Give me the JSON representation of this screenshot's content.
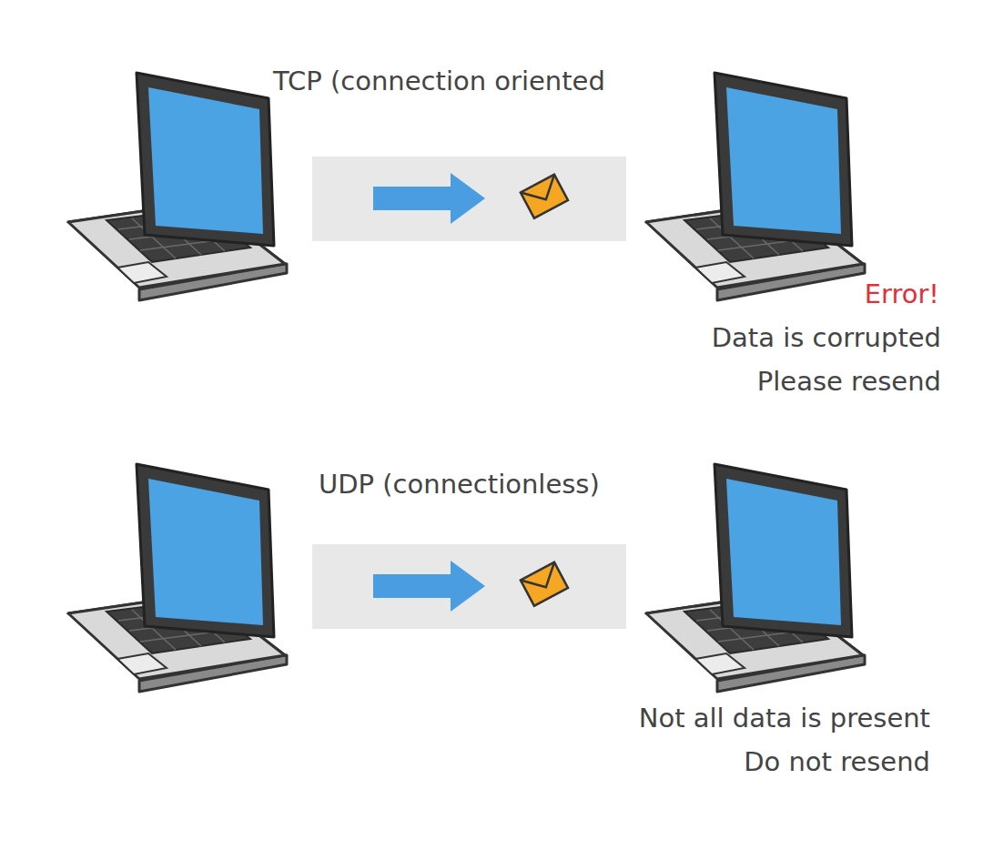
{
  "diagram": {
    "labels": [
      "TCP (connection oriented",
      "Error!",
      "Data is corrupted",
      "Please resend",
      "UDP (connectionless)",
      "Not all data is present",
      "Do not resend"
    ]
  }
}
